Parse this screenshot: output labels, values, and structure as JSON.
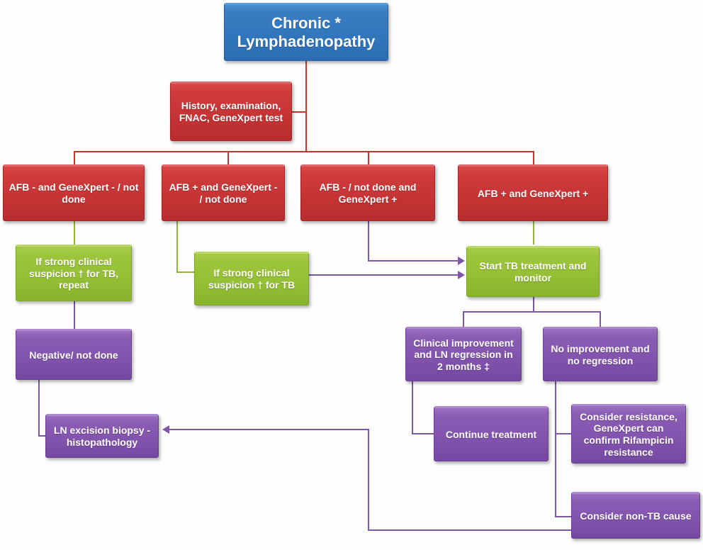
{
  "diagram": {
    "title": "Chronic Lymphadenopathy diagnostic algorithm",
    "palette": {
      "blue": "#3277bd",
      "red": "#c63435",
      "green": "#95bf34",
      "purple": "#8254ae",
      "connector_red": "#c0392b",
      "connector_green": "#8fb82e",
      "connector_purple": "#7e57a8",
      "background": "#fdfdfd"
    },
    "nodes": {
      "root": "Chronic *\nLymphadenopathy",
      "root_line1": "Chronic *",
      "root_line2": "Lymphadenopathy",
      "workup": "History, examination, FNAC, GeneXpert test",
      "branch1": "AFB - and GeneXpert - / not done",
      "branch2": "AFB + and GeneXpert - / not done",
      "branch3": "AFB - / not done and GeneXpert +",
      "branch4": "AFB + and GeneXpert +",
      "suspicion_repeat": "If strong clinical suspicion † for TB, repeat",
      "suspicion": "If strong clinical suspicion † for TB",
      "start_tb": "Start TB treatment and monitor",
      "negative": "Negative/ not done",
      "improvement": "Clinical improvement and LN regression in 2 months ‡",
      "no_improvement": "No improvement and no regression",
      "biopsy": "LN excision biopsy - histopathology",
      "continue": "Continue treatment",
      "resistance": "Consider resistance, GeneXpert can confirm Rifampicin resistance",
      "non_tb": "Consider non-TB cause"
    }
  }
}
